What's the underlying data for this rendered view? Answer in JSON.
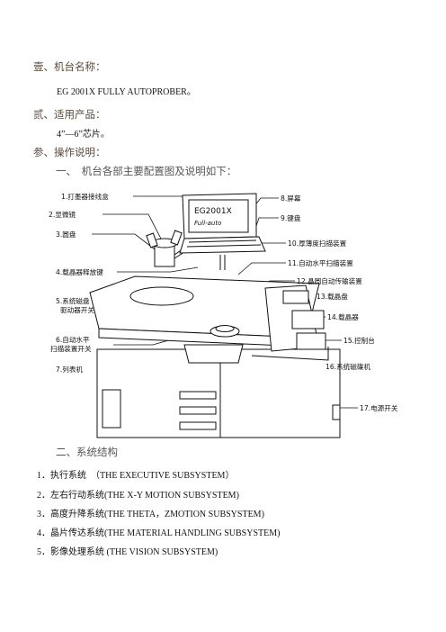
{
  "section1": {
    "heading": "壹、机台名称：",
    "content": "EG 2001X FULLY AUTOPROBER。"
  },
  "section2": {
    "heading": "贰、适用产品：",
    "content": "4”—6”芯片。"
  },
  "section3": {
    "heading": "参、操作说明：",
    "sub1": "一、　机台各部主要配置图及说明如下：",
    "sub2": "二、系统结构"
  },
  "figure": {
    "screen_text_line1": "EG2001X",
    "screen_text_line2": "Full-auto",
    "labels": [
      "1.打墨器接线盒",
      "2.显微镜",
      "3.圆盘",
      "4.载晶器释放键",
      "5.系统磁盘",
      "驱动器开关",
      "6.自动水平",
      "扫描装置开关",
      "7.列表机",
      "8.屏幕",
      "9.键盘",
      "10.厚薄度扫描装置",
      "11.自动水平扫描装置",
      "12.晶圆自动传输装置",
      "13.载晶盘",
      "14.载晶器",
      "15.控制台",
      "16.系统磁碟机",
      "17.电源开关"
    ]
  },
  "system_items": [
    "1．执行系统　（THE EXECUTIVE SUBSYSTEM）",
    "2．左右行动系统(THE X-Y MOTION SUBSYSTEM)",
    "3．高度升降系统(THE THETA，ZMOTION SUBSYSTEM)",
    "4．晶片传达系统(THE MATERIAL HANDLING SUBSYSTEM)",
    "5．影像处理系统  (THE VISION SUBSYSTEM)"
  ]
}
